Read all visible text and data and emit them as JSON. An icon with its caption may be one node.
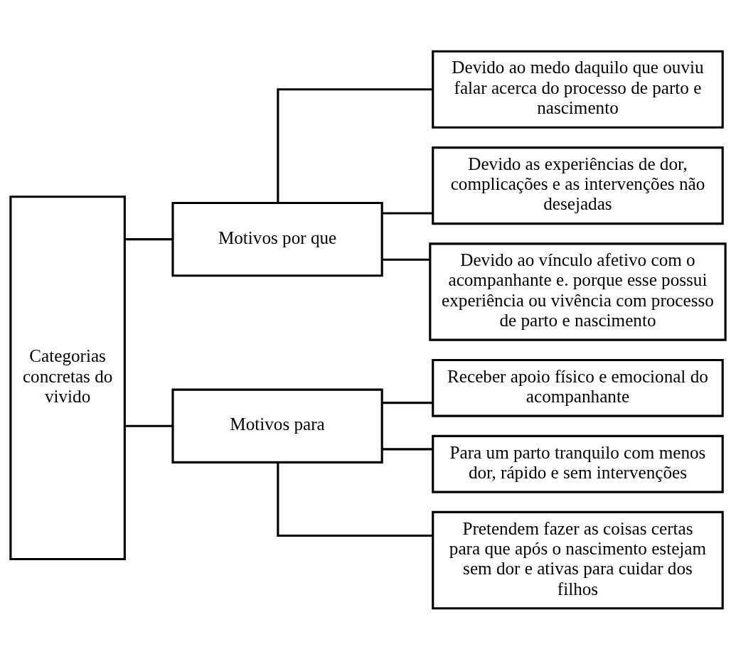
{
  "diagram": {
    "nodes": [
      {
        "text": [
          "Categorias concretas do vivido"
        ]
      },
      {
        "text": [
          "Motivos por que"
        ]
      },
      {
        "text": [
          "Devido ao medo daquilo que ouviu falar acerca do processo de parto e nascimento"
        ]
      },
      {
        "text": [
          "Devido as experiências de dor, complicações e as intervenções não desejadas"
        ]
      },
      {
        "text": [
          "Devido ao vínculo afetivo com o acompanhante e. porque esse possui experiência ou vivência com processo de parto e nascimento"
        ]
      },
      {
        "text": [
          "Motivos para"
        ]
      },
      {
        "text": [
          "Receber apoio físico e emocional do acompanhante"
        ]
      },
      {
        "text": [
          "Para um parto tranquilo com menos dor, rápido e sem intervenções"
        ]
      },
      {
        "text": [
          "Pretendem fazer as coisas certas para que após o nascimento estejam sem dor e ativas para cuidar dos filhos"
        ]
      }
    ],
    "edges": [
      {
        "from": 0,
        "to": 1,
        "arrow": "none"
      },
      {
        "from": 0,
        "to": 5,
        "arrow": "none"
      },
      {
        "from": 1,
        "to": 2,
        "arrow": "none"
      },
      {
        "from": 1,
        "to": 3,
        "arrow": "none"
      },
      {
        "from": 1,
        "to": 4,
        "arrow": "none"
      },
      {
        "from": 5,
        "to": 6,
        "arrow": "none"
      },
      {
        "from": 5,
        "to": 7,
        "arrow": "none"
      },
      {
        "from": 5,
        "to": 8,
        "arrow": "none"
      }
    ]
  }
}
